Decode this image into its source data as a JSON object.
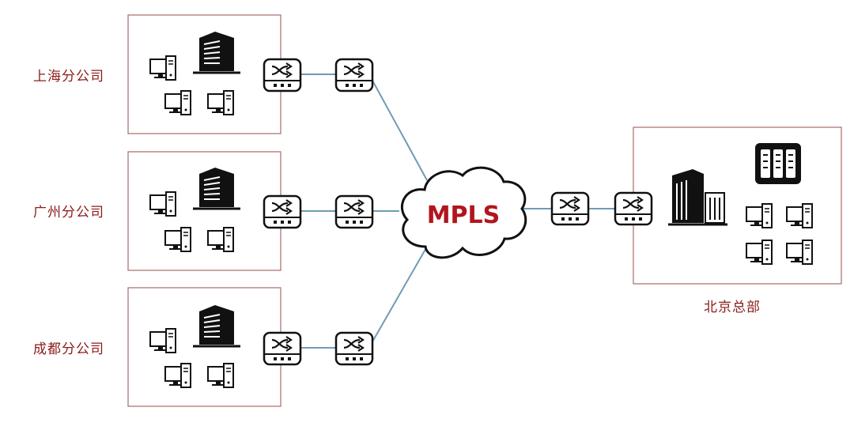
{
  "branches": [
    {
      "label": "上海分公司"
    },
    {
      "label": "广州分公司"
    },
    {
      "label": "成都分公司"
    }
  ],
  "headquarters": {
    "label": "北京总部"
  },
  "cloud": {
    "label": "MPLS"
  },
  "colors": {
    "box_border": "#a86a6a",
    "link_line": "#6f9bb5",
    "label_text": "#8b1a1a",
    "cloud_text": "#b0161e",
    "icon": "#111111"
  },
  "icons": [
    "computer-icon",
    "building-icon",
    "router-icon",
    "cloud-icon",
    "server-rack-icon",
    "office-tower-icon"
  ]
}
